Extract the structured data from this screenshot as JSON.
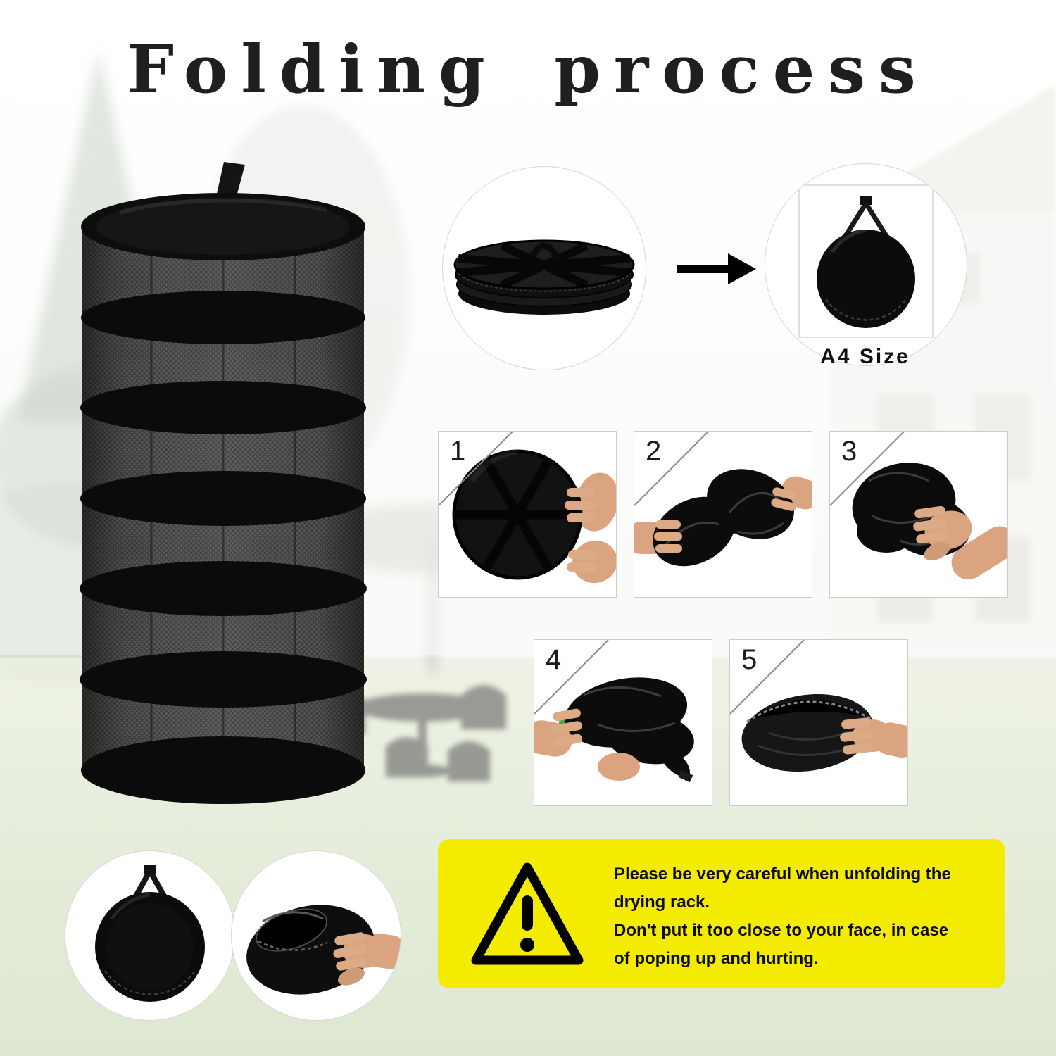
{
  "page": {
    "title": "Folding process"
  },
  "folded_section": {
    "a4_label": "A4 Size"
  },
  "steps": [
    {
      "num": "1"
    },
    {
      "num": "2"
    },
    {
      "num": "3"
    },
    {
      "num": "4"
    },
    {
      "num": "5"
    }
  ],
  "warning": {
    "lines": [
      "Please be very careful when unfolding the",
      "drying rack.",
      "Don't put it too close to your face, in case",
      "of poping up and hurting."
    ]
  },
  "icons": {
    "arrow_right": "arrow-right",
    "warning": "warning-triangle"
  },
  "colors": {
    "warning_bg": "#f4ec00",
    "rack_black": "#0d0d0d",
    "skin": "#d9a47f",
    "green_item": "#3fae49"
  }
}
